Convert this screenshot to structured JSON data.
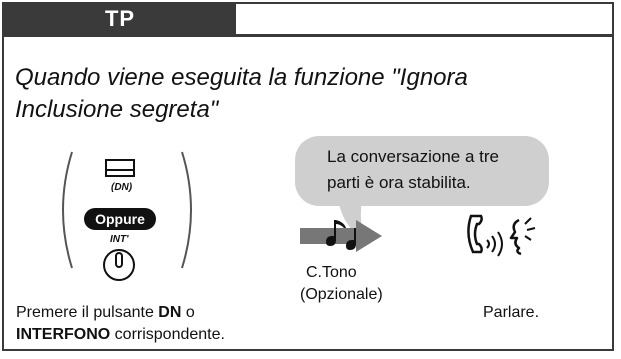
{
  "tab_label": "TP",
  "heading": "Quando viene eseguita la funzione \"Ignora Inclusione segreta\"",
  "bubble_text": "La conversazione a tre parti è ora stabilita.",
  "dn_label": "(DN)",
  "oppure_label": "Oppure",
  "int_label": "INT'",
  "ctone": "C.Tono",
  "optional": "(Opzionale)",
  "step1": {
    "pre": "Premere il pulsante ",
    "dn": "DN",
    "mid": " o",
    "interfono": "INTERFONO",
    "post": " corrispondente."
  },
  "step3": "Parlare."
}
